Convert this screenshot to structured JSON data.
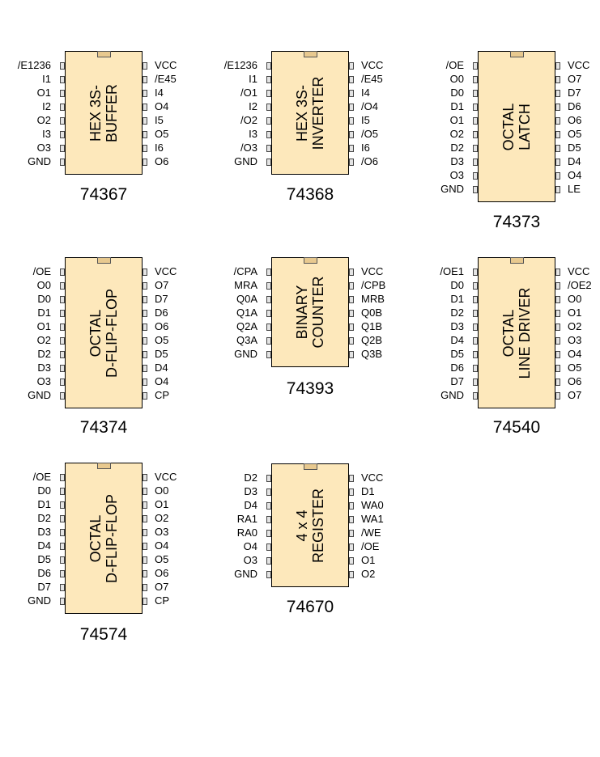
{
  "chips": [
    {
      "part": "74367",
      "function": [
        "HEX 3S-",
        "BUFFER"
      ],
      "left": [
        "/E1236",
        "I1",
        "O1",
        "I2",
        "O2",
        "I3",
        "O3",
        "GND"
      ],
      "right": [
        "VCC",
        "/E45",
        "I4",
        "O4",
        "I5",
        "O5",
        "I6",
        "O6"
      ]
    },
    {
      "part": "74368",
      "function": [
        "HEX 3S-",
        "INVERTER"
      ],
      "left": [
        "/E1236",
        "I1",
        "/O1",
        "I2",
        "/O2",
        "I3",
        "/O3",
        "GND"
      ],
      "right": [
        "VCC",
        "/E45",
        "I4",
        "/O4",
        "I5",
        "/O5",
        "I6",
        "/O6"
      ]
    },
    {
      "part": "74373",
      "function": [
        "OCTAL",
        "LATCH"
      ],
      "left": [
        "/OE",
        "O0",
        "D0",
        "D1",
        "O1",
        "O2",
        "D2",
        "D3",
        "O3",
        "GND"
      ],
      "right": [
        "VCC",
        "O7",
        "D7",
        "D6",
        "O6",
        "O5",
        "D5",
        "D4",
        "O4",
        "LE"
      ]
    },
    {
      "part": "74374",
      "function": [
        "OCTAL",
        "D-FLIP-FLOP"
      ],
      "left": [
        "/OE",
        "O0",
        "D0",
        "D1",
        "O1",
        "O2",
        "D2",
        "D3",
        "O3",
        "GND"
      ],
      "right": [
        "VCC",
        "O7",
        "D7",
        "D6",
        "O6",
        "O5",
        "D5",
        "D4",
        "O4",
        "CP"
      ]
    },
    {
      "part": "74393",
      "function": [
        "BINARY",
        "COUNTER"
      ],
      "left": [
        "/CPA",
        "MRA",
        "Q0A",
        "Q1A",
        "Q2A",
        "Q3A",
        "GND"
      ],
      "right": [
        "VCC",
        "/CPB",
        "MRB",
        "Q0B",
        "Q1B",
        "Q2B",
        "Q3B"
      ]
    },
    {
      "part": "74540",
      "function": [
        "OCTAL",
        "LINE DRIVER"
      ],
      "left": [
        "/OE1",
        "D0",
        "D1",
        "D2",
        "D3",
        "D4",
        "D5",
        "D6",
        "D7",
        "GND"
      ],
      "right": [
        "VCC",
        "/OE2",
        "O0",
        "O1",
        "O2",
        "O3",
        "O4",
        "O5",
        "O6",
        "O7"
      ]
    },
    {
      "part": "74574",
      "function": [
        "OCTAL",
        "D-FLIP-FLOP"
      ],
      "left": [
        "/OE",
        "D0",
        "D1",
        "D2",
        "D3",
        "D4",
        "D5",
        "D6",
        "D7",
        "GND"
      ],
      "right": [
        "VCC",
        "O0",
        "O1",
        "O2",
        "O3",
        "O4",
        "O5",
        "O6",
        "O7",
        "CP"
      ]
    },
    {
      "part": "74670",
      "function": [
        "4 x 4",
        "REGISTER"
      ],
      "left": [
        "D2",
        "D3",
        "D4",
        "RA1",
        "RA0",
        "O4",
        "O3",
        "GND"
      ],
      "right": [
        "VCC",
        "D1",
        "WA0",
        "WA1",
        "/WE",
        "/OE",
        "O1",
        "O2"
      ]
    }
  ]
}
